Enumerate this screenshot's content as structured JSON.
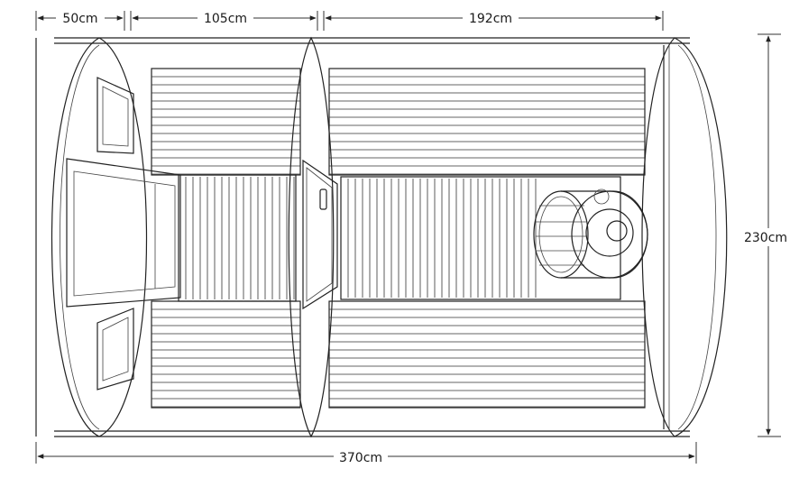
{
  "dimensions": {
    "wall_section": "50cm",
    "changing_room": "105cm",
    "sauna_room": "192cm",
    "total_length": "370cm",
    "width": "230cm"
  },
  "colors": {
    "line": "#222222",
    "background": "#ffffff"
  }
}
